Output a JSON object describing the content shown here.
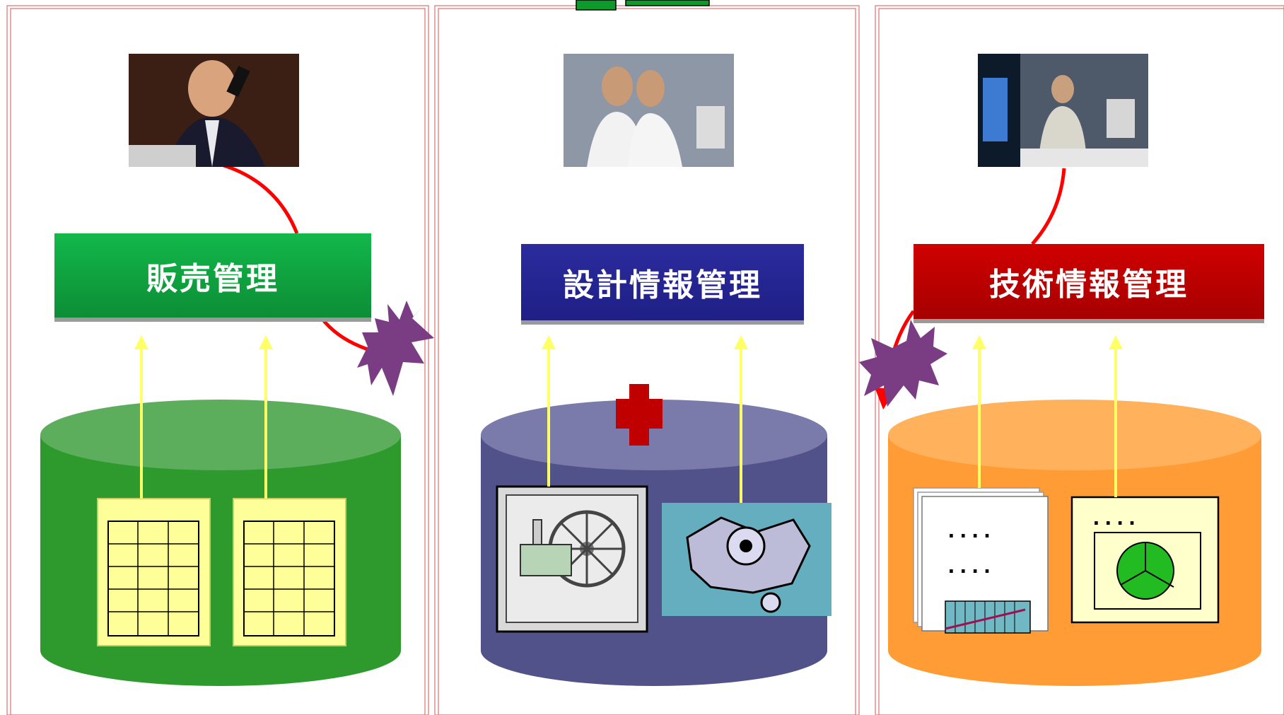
{
  "panels": [
    {
      "title": "販売管理",
      "color": "#0d9e3d",
      "db_color": "#2e9a2e"
    },
    {
      "title": "設計情報管理",
      "color": "#25258f",
      "db_color": "#52528a"
    },
    {
      "title": "技術情報管理",
      "color": "#bb0000",
      "db_color": "#ff9c36"
    }
  ],
  "document": {
    "dots_line_1": "....",
    "dots_line_2": "...."
  },
  "window": {
    "dots": "...."
  },
  "colors": {
    "arrow_red": "#ff0000",
    "arrow_yellow": "#ffff66",
    "burst": "#7a3d84",
    "cross": "#c00000"
  }
}
